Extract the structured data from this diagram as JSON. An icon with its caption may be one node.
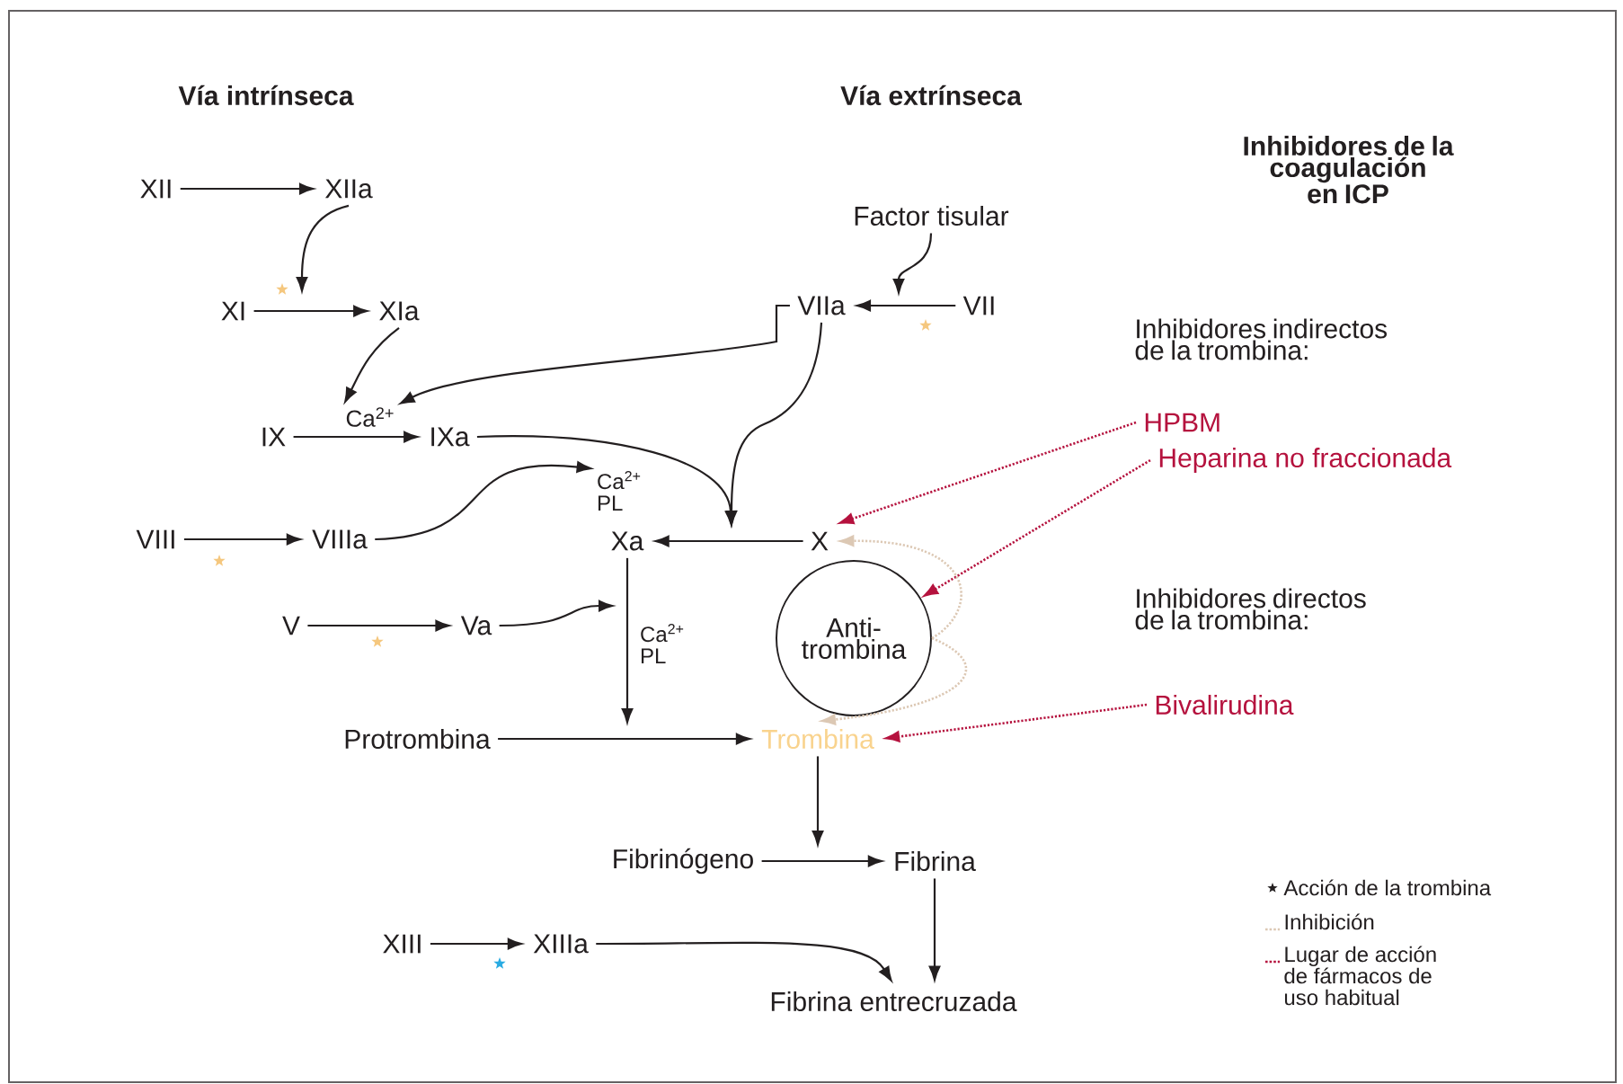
{
  "diagram": {
    "title": "Inhibidores de la coagulación en ICP",
    "nodes": [
      {
        "text": [
          "XII"
        ]
      },
      {
        "text": [
          "XIIa"
        ]
      },
      {
        "text": [
          "XI"
        ]
      },
      {
        "text": [
          "XIa"
        ]
      },
      {
        "text": [
          "IX"
        ]
      },
      {
        "text": [
          "IXa"
        ]
      },
      {
        "text": [
          "VIII"
        ]
      },
      {
        "text": [
          "VIIIa"
        ]
      },
      {
        "text": [
          "V"
        ]
      },
      {
        "text": [
          "Va"
        ]
      },
      {
        "text": [
          "Xa"
        ]
      },
      {
        "text": [
          "X"
        ]
      },
      {
        "text": [
          "Anti- trombina"
        ]
      },
      {
        "text": [
          "Protrombina"
        ]
      },
      {
        "text": [
          "Trombina"
        ]
      },
      {
        "text": [
          "Factor tisular"
        ]
      },
      {
        "text": [
          "VIIa"
        ]
      },
      {
        "text": [
          "VII"
        ]
      },
      {
        "text": [
          "Fibrinógeno"
        ]
      },
      {
        "text": [
          "Fibrina"
        ]
      },
      {
        "text": [
          "XIII"
        ]
      },
      {
        "text": [
          "XIIIa"
        ]
      },
      {
        "text": [
          "Fibrina entrecruzada"
        ]
      },
      {
        "text": [
          "HPBM"
        ]
      },
      {
        "text": [
          "Heparina no fraccionada"
        ]
      },
      {
        "text": [
          "Bivalirudina"
        ]
      },
      {
        "text": [
          "Ca$^{2+}$"
        ]
      },
      {
        "text": [
          "Ca$^{2+}$ PL"
        ]
      }
    ],
    "edges": [
      {
        "from": 0,
        "to": 1,
        "arrow": "to"
      },
      {
        "from": 2,
        "to": 3,
        "arrow": "to"
      },
      {
        "from": 1,
        "to": null,
        "arrow": "to"
      },
      {
        "from": 4,
        "to": 5,
        "arrow": "to"
      },
      {
        "from": 3,
        "to": 26,
        "arrow": "to"
      },
      {
        "from": 16,
        "to": 26,
        "arrow": "to"
      },
      {
        "from": 6,
        "to": 7,
        "arrow": "to"
      },
      {
        "from": 7,
        "to": 27,
        "arrow": "to"
      },
      {
        "from": 5,
        "to": null,
        "arrow": "to"
      },
      {
        "from": 16,
        "to": null,
        "arrow": "to"
      },
      {
        "from": 11,
        "to": 10,
        "arrow": "to"
      },
      {
        "from": 8,
        "to": 9,
        "arrow": "to"
      },
      {
        "from": 9,
        "to": null,
        "arrow": "to"
      },
      {
        "from": 10,
        "to": null,
        "arrow": "to"
      },
      {
        "from": 13,
        "to": 14,
        "arrow": "to"
      },
      {
        "from": 14,
        "to": null,
        "arrow": "to"
      },
      {
        "from": 18,
        "to": 19,
        "arrow": "to"
      },
      {
        "from": 19,
        "to": 22,
        "arrow": "to"
      },
      {
        "from": 20,
        "to": 21,
        "arrow": "to"
      },
      {
        "from": 21,
        "to": 22,
        "arrow": "to"
      },
      {
        "from": 17,
        "to": 16,
        "arrow": "to"
      },
      {
        "from": 15,
        "to": null,
        "arrow": "to"
      },
      {
        "from": 23,
        "to": 11,
        "arrow": "to",
        "style": "dashed",
        "color": "#b5123e"
      },
      {
        "from": 24,
        "to": 12,
        "arrow": "to",
        "style": "dashed",
        "color": "#b5123e"
      },
      {
        "from": 25,
        "to": 14,
        "arrow": "to",
        "style": "dashed",
        "color": "#b5123e"
      },
      {
        "from": 12,
        "to": 11,
        "arrow": "to",
        "style": "dashed",
        "color": "#dcc8b4"
      },
      {
        "from": 12,
        "to": 14,
        "arrow": "to",
        "style": "dashed",
        "color": "#dcc8b4"
      }
    ],
    "labels": [
      "Vía intrínseca",
      "Vía extrínseca",
      "Inhibidores indirectos de la trombina:",
      "Inhibidores directos de la trombina:",
      "Ca$^{2+}$ PL"
    ],
    "legend": [
      {
        "text": "Acción de la trombina"
      },
      {
        "text": "Inhibición"
      },
      {
        "text": "Lugar de acción de fármacos de uso habitual"
      }
    ]
  }
}
